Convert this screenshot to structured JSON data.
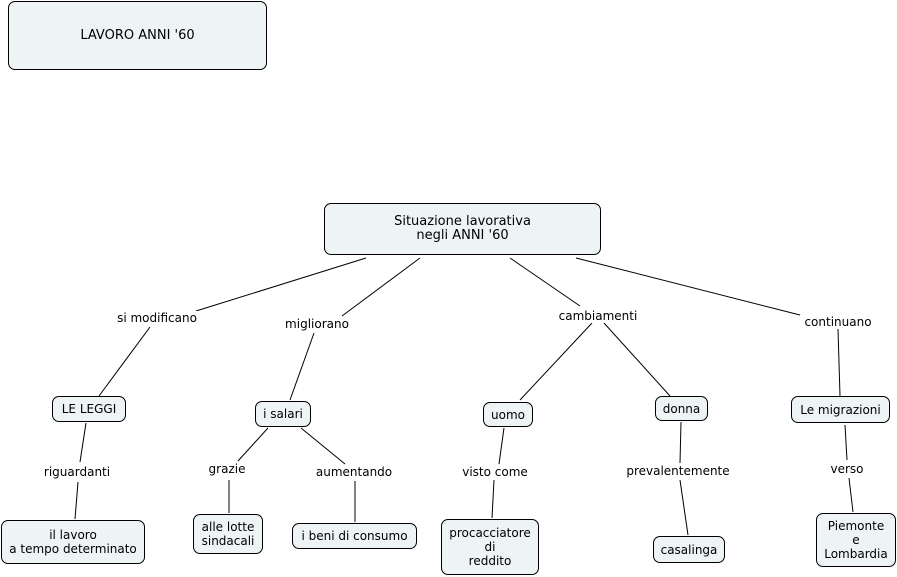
{
  "title_box": "LAVORO ANNI '60",
  "root": "Situazione lavorativa\nnegli  ANNI '60",
  "links": {
    "si_modificano": "si modificano",
    "migliorano": "migliorano",
    "cambiamenti": "cambiamenti",
    "continuano": "continuano",
    "riguardanti": "riguardanti",
    "grazie": "grazie",
    "aumentando": "aumentando",
    "visto_come": "visto come",
    "prevalentemente": "prevalentemente",
    "verso": "verso"
  },
  "concepts": {
    "le_leggi": "LE LEGGI",
    "i_salari": "i salari",
    "uomo": "uomo",
    "donna": "donna",
    "le_migrazioni": "Le migrazioni",
    "lavoro_tempo": "il lavoro\na tempo determinato",
    "lotte_sindacali": "alle lotte\nsindacali",
    "beni_consumo": "i beni di consumo",
    "procacciatore": "procacciatore\ndi\nreddito",
    "casalinga": "casalinga",
    "piemonte": "Piemonte\ne\nLombardia"
  },
  "colors": {
    "node_fill": "#eef3f6",
    "border": "#000000"
  }
}
